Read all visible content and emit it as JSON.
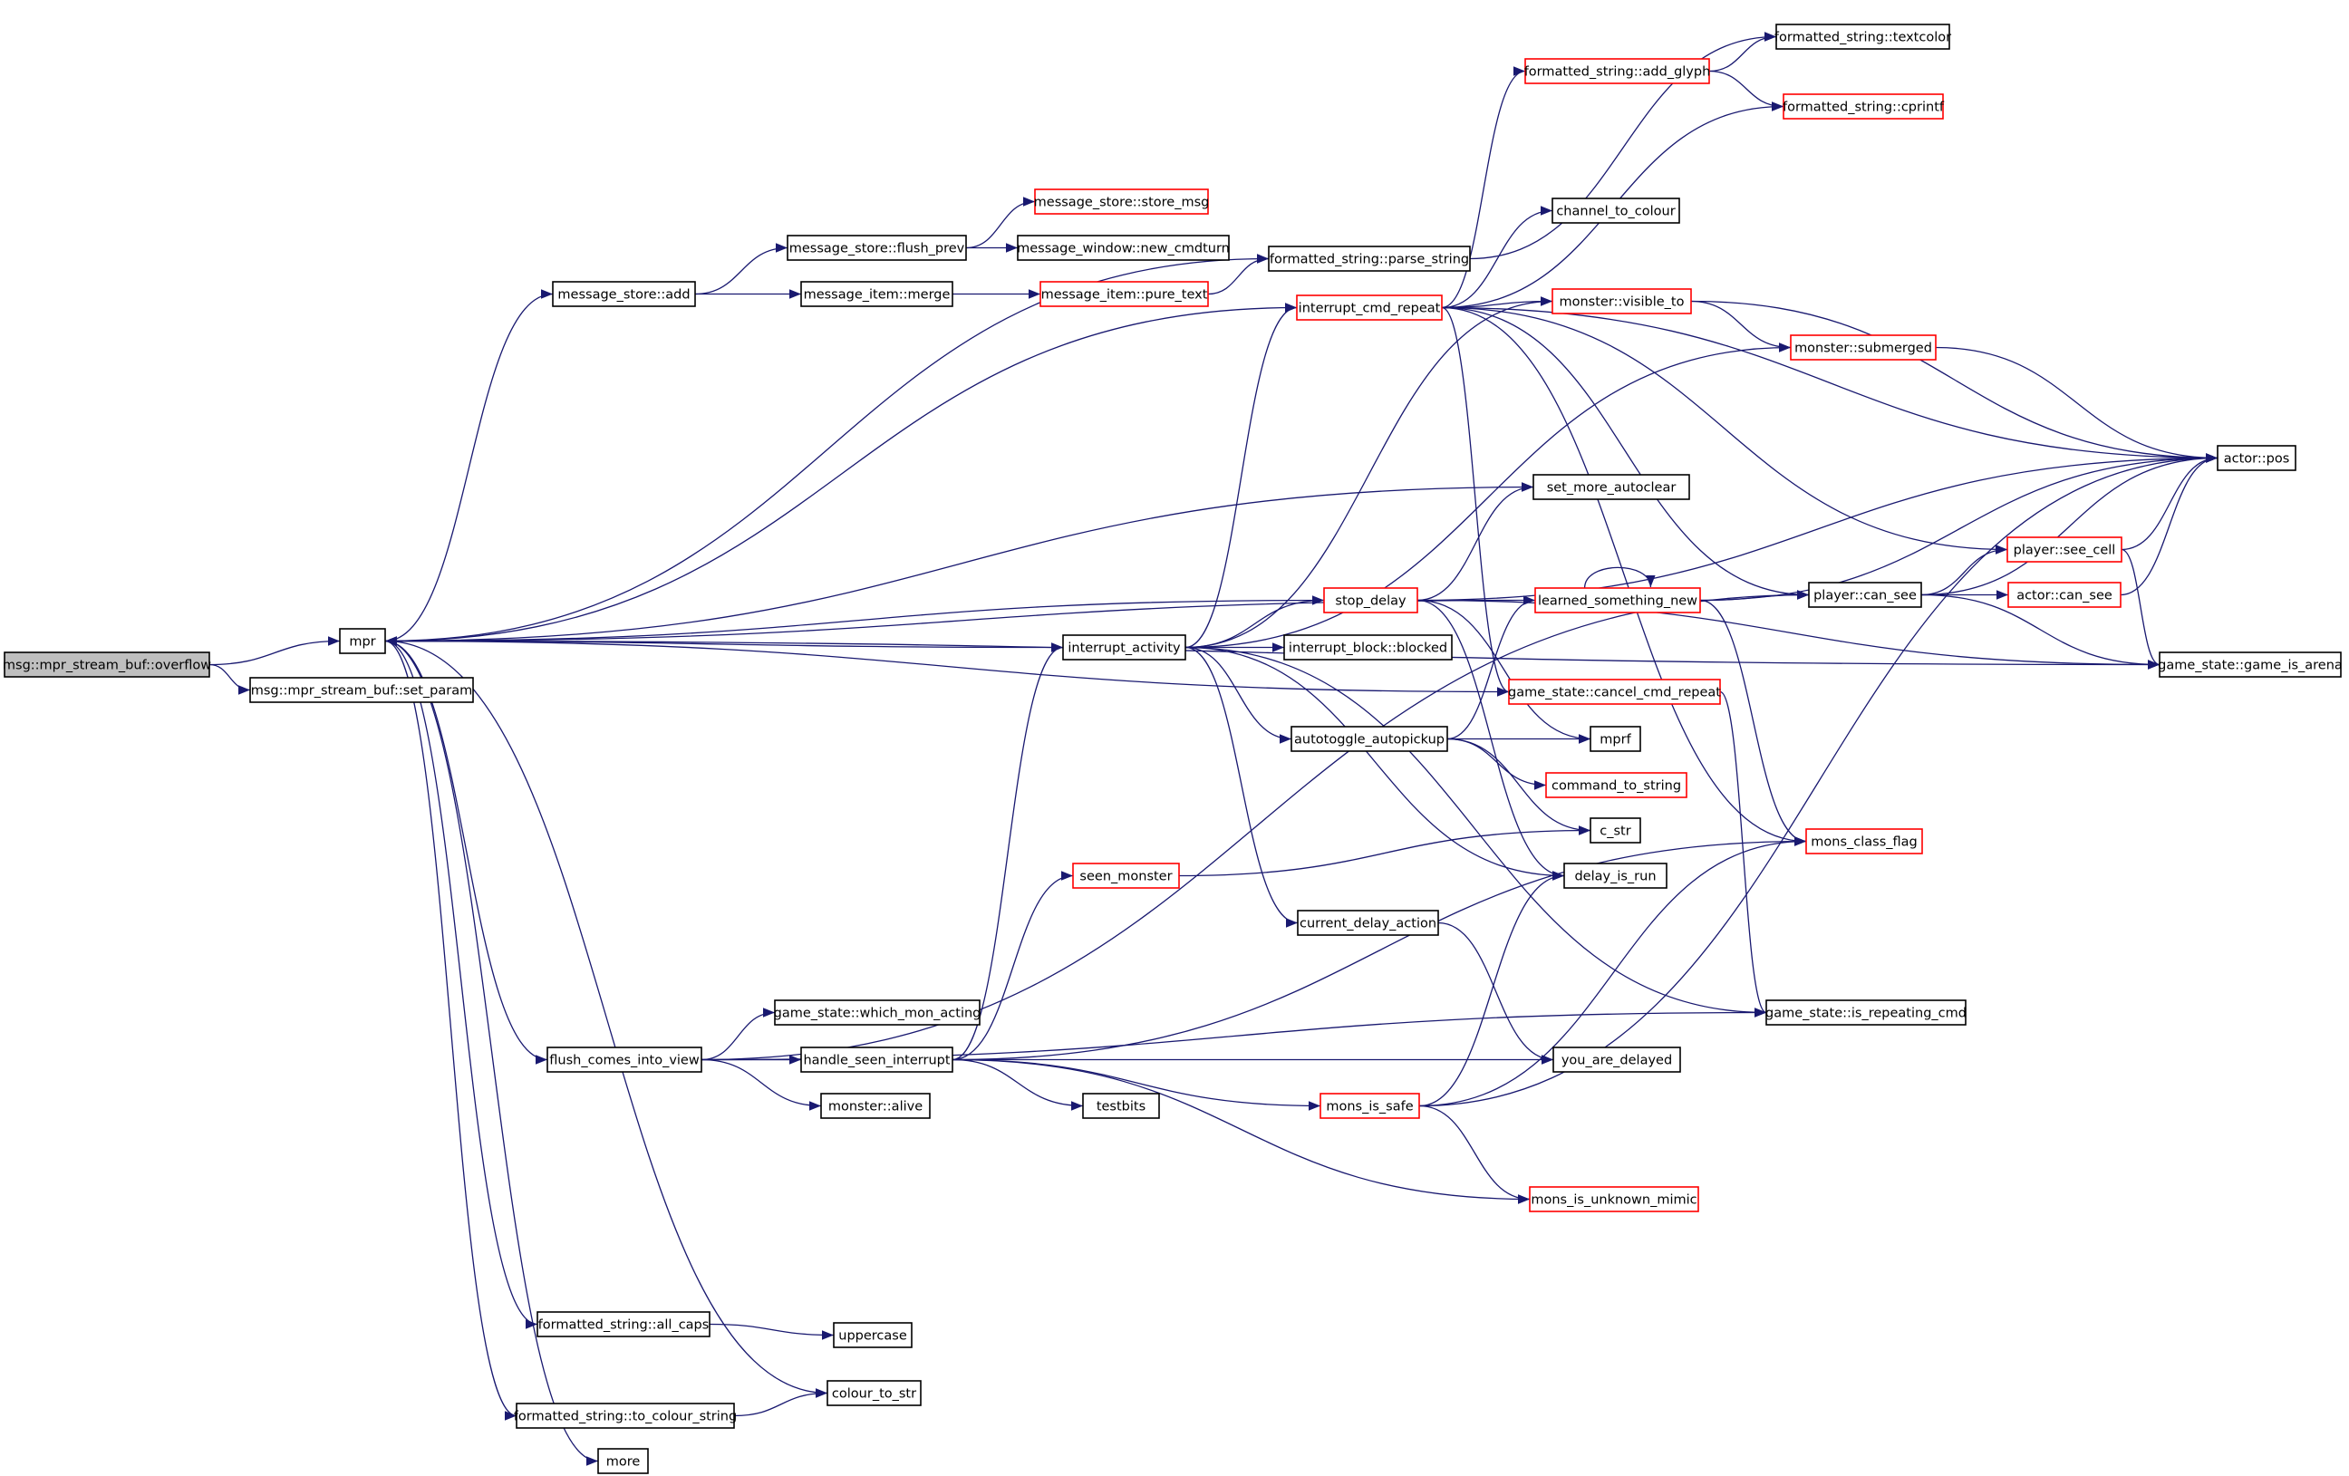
{
  "colors": {
    "edge": "#191970",
    "documented_border": "#000000",
    "undocumented_border": "#ff0000",
    "root_fill": "#bfbfbf",
    "background": "#ffffff"
  },
  "nodes": [
    {
      "id": "overflow",
      "label": "msg::mpr_stream_buf::overflow",
      "style": "root"
    },
    {
      "id": "set_param",
      "label": "msg::mpr_stream_buf::set_param",
      "style": "black"
    },
    {
      "id": "mpr",
      "label": "mpr",
      "style": "black"
    },
    {
      "id": "ms_add",
      "label": "message_store::add",
      "style": "black"
    },
    {
      "id": "flush_prev",
      "label": "message_store::flush_prev",
      "style": "black"
    },
    {
      "id": "store_msg",
      "label": "message_store::store_msg",
      "style": "red"
    },
    {
      "id": "new_cmdturn",
      "label": "message_window::new_cmdturn",
      "style": "black"
    },
    {
      "id": "mi_merge",
      "label": "message_item::merge",
      "style": "black"
    },
    {
      "id": "pure_text",
      "label": "message_item::pure_text",
      "style": "red"
    },
    {
      "id": "parse_string",
      "label": "formatted_string::parse_string",
      "style": "black"
    },
    {
      "id": "textcolor",
      "label": "formatted_string::textcolor",
      "style": "black"
    },
    {
      "id": "add_glyph",
      "label": "formatted_string::add_glyph",
      "style": "red"
    },
    {
      "id": "cprintf",
      "label": "formatted_string::cprintf",
      "style": "red"
    },
    {
      "id": "channel_to_colour",
      "label": "channel_to_colour",
      "style": "black"
    },
    {
      "id": "interrupt_cmd_repeat",
      "label": "interrupt_cmd_repeat",
      "style": "red"
    },
    {
      "id": "visible_to",
      "label": "monster::visible_to",
      "style": "red"
    },
    {
      "id": "submerged",
      "label": "monster::submerged",
      "style": "red"
    },
    {
      "id": "actor_pos",
      "label": "actor::pos",
      "style": "black"
    },
    {
      "id": "set_more_autoclear",
      "label": "set_more_autoclear",
      "style": "black"
    },
    {
      "id": "player_see_cell",
      "label": "player::see_cell",
      "style": "red"
    },
    {
      "id": "stop_delay",
      "label": "stop_delay",
      "style": "red"
    },
    {
      "id": "learned_something_new",
      "label": "learned_something_new",
      "style": "red"
    },
    {
      "id": "player_can_see",
      "label": "player::can_see",
      "style": "black"
    },
    {
      "id": "actor_can_see",
      "label": "actor::can_see",
      "style": "red"
    },
    {
      "id": "interrupt_activity",
      "label": "interrupt_activity",
      "style": "black"
    },
    {
      "id": "interrupt_block_blocked",
      "label": "interrupt_block::blocked",
      "style": "black"
    },
    {
      "id": "game_is_arena",
      "label": "game_state::game_is_arena",
      "style": "black"
    },
    {
      "id": "cancel_cmd_repeat",
      "label": "game_state::cancel_cmd_repeat",
      "style": "red"
    },
    {
      "id": "autotoggle_autopickup",
      "label": "autotoggle_autopickup",
      "style": "black"
    },
    {
      "id": "mprf",
      "label": "mprf",
      "style": "black"
    },
    {
      "id": "command_to_string",
      "label": "command_to_string",
      "style": "red"
    },
    {
      "id": "c_str",
      "label": "c_str",
      "style": "black"
    },
    {
      "id": "seen_monster",
      "label": "seen_monster",
      "style": "red"
    },
    {
      "id": "mons_class_flag",
      "label": "mons_class_flag",
      "style": "red"
    },
    {
      "id": "delay_is_run",
      "label": "delay_is_run",
      "style": "black"
    },
    {
      "id": "current_delay_action",
      "label": "current_delay_action",
      "style": "black"
    },
    {
      "id": "which_mon_acting",
      "label": "game_state::which_mon_acting",
      "style": "black"
    },
    {
      "id": "is_repeating_cmd",
      "label": "game_state::is_repeating_cmd",
      "style": "black"
    },
    {
      "id": "flush_comes_into_view",
      "label": "flush_comes_into_view",
      "style": "black"
    },
    {
      "id": "handle_seen_interrupt",
      "label": "handle_seen_interrupt",
      "style": "black"
    },
    {
      "id": "you_are_delayed",
      "label": "you_are_delayed",
      "style": "black"
    },
    {
      "id": "monster_alive",
      "label": "monster::alive",
      "style": "black"
    },
    {
      "id": "testbits",
      "label": "testbits",
      "style": "black"
    },
    {
      "id": "mons_is_safe",
      "label": "mons_is_safe",
      "style": "red"
    },
    {
      "id": "mons_is_unknown_mimic",
      "label": "mons_is_unknown_mimic",
      "style": "red"
    },
    {
      "id": "all_caps",
      "label": "formatted_string::all_caps",
      "style": "black"
    },
    {
      "id": "uppercase",
      "label": "uppercase",
      "style": "black"
    },
    {
      "id": "colour_to_str",
      "label": "colour_to_str",
      "style": "black"
    },
    {
      "id": "to_colour_string",
      "label": "formatted_string::to_colour_string",
      "style": "black"
    },
    {
      "id": "more",
      "label": "more",
      "style": "black"
    }
  ],
  "edges": [
    [
      "overflow",
      "mpr"
    ],
    [
      "overflow",
      "set_param"
    ],
    [
      "mpr",
      "ms_add"
    ],
    [
      "ms_add",
      "flush_prev"
    ],
    [
      "ms_add",
      "mi_merge"
    ],
    [
      "flush_prev",
      "store_msg"
    ],
    [
      "flush_prev",
      "new_cmdturn"
    ],
    [
      "mi_merge",
      "pure_text"
    ],
    [
      "pure_text",
      "parse_string"
    ],
    [
      "mpr",
      "parse_string"
    ],
    [
      "parse_string",
      "textcolor"
    ],
    [
      "add_glyph",
      "textcolor"
    ],
    [
      "add_glyph",
      "cprintf"
    ],
    [
      "mpr",
      "interrupt_cmd_repeat"
    ],
    [
      "interrupt_cmd_repeat",
      "add_glyph"
    ],
    [
      "interrupt_cmd_repeat",
      "cprintf"
    ],
    [
      "interrupt_cmd_repeat",
      "channel_to_colour"
    ],
    [
      "interrupt_cmd_repeat",
      "actor_pos"
    ],
    [
      "interrupt_cmd_repeat",
      "player_see_cell"
    ],
    [
      "interrupt_cmd_repeat",
      "visible_to"
    ],
    [
      "interrupt_cmd_repeat",
      "player_can_see"
    ],
    [
      "interrupt_cmd_repeat",
      "mons_class_flag"
    ],
    [
      "interrupt_cmd_repeat",
      "cancel_cmd_repeat"
    ],
    [
      "visible_to",
      "actor_pos"
    ],
    [
      "visible_to",
      "submerged"
    ],
    [
      "submerged",
      "actor_pos"
    ],
    [
      "mpr",
      "set_more_autoclear"
    ],
    [
      "mpr",
      "interrupt_activity"
    ],
    [
      "interrupt_activity",
      "interrupt_cmd_repeat"
    ],
    [
      "interrupt_activity",
      "visible_to"
    ],
    [
      "interrupt_activity",
      "submerged"
    ],
    [
      "interrupt_activity",
      "stop_delay"
    ],
    [
      "interrupt_activity",
      "interrupt_block_blocked"
    ],
    [
      "interrupt_activity",
      "autotoggle_autopickup"
    ],
    [
      "interrupt_activity",
      "delay_is_run"
    ],
    [
      "interrupt_activity",
      "current_delay_action"
    ],
    [
      "interrupt_activity",
      "is_repeating_cmd"
    ],
    [
      "stop_delay",
      "set_more_autoclear"
    ],
    [
      "stop_delay",
      "actor_pos"
    ],
    [
      "stop_delay",
      "game_is_arena"
    ],
    [
      "stop_delay",
      "mprf"
    ],
    [
      "stop_delay",
      "delay_is_run"
    ],
    [
      "stop_delay",
      "mpr"
    ],
    [
      "learned_something_new",
      "learned_something_new"
    ],
    [
      "learned_something_new",
      "player_can_see"
    ],
    [
      "learned_something_new",
      "actor_pos"
    ],
    [
      "learned_something_new",
      "mons_class_flag"
    ],
    [
      "learned_something_new",
      "mpr"
    ],
    [
      "player_can_see",
      "actor_pos"
    ],
    [
      "player_can_see",
      "player_see_cell"
    ],
    [
      "player_can_see",
      "actor_can_see"
    ],
    [
      "player_can_see",
      "game_is_arena"
    ],
    [
      "player_see_cell",
      "actor_pos"
    ],
    [
      "player_see_cell",
      "game_is_arena"
    ],
    [
      "actor_can_see",
      "actor_pos"
    ],
    [
      "cancel_cmd_repeat",
      "mpr"
    ],
    [
      "cancel_cmd_repeat",
      "is_repeating_cmd"
    ],
    [
      "autotoggle_autopickup",
      "learned_something_new"
    ],
    [
      "autotoggle_autopickup",
      "mprf"
    ],
    [
      "autotoggle_autopickup",
      "command_to_string"
    ],
    [
      "autotoggle_autopickup",
      "c_str"
    ],
    [
      "seen_monster",
      "c_str"
    ],
    [
      "current_delay_action",
      "you_are_delayed"
    ],
    [
      "mpr",
      "flush_comes_into_view"
    ],
    [
      "flush_comes_into_view",
      "which_mon_acting"
    ],
    [
      "flush_comes_into_view",
      "handle_seen_interrupt"
    ],
    [
      "flush_comes_into_view",
      "monster_alive"
    ],
    [
      "flush_comes_into_view",
      "player_can_see"
    ],
    [
      "flush_comes_into_view",
      "you_are_delayed"
    ],
    [
      "flush_comes_into_view",
      "is_repeating_cmd"
    ],
    [
      "handle_seen_interrupt",
      "interrupt_activity"
    ],
    [
      "handle_seen_interrupt",
      "seen_monster"
    ],
    [
      "handle_seen_interrupt",
      "mons_class_flag"
    ],
    [
      "handle_seen_interrupt",
      "testbits"
    ],
    [
      "handle_seen_interrupt",
      "mons_is_safe"
    ],
    [
      "handle_seen_interrupt",
      "mons_is_unknown_mimic"
    ],
    [
      "mons_is_safe",
      "delay_is_run"
    ],
    [
      "mons_is_safe",
      "mons_class_flag"
    ],
    [
      "mons_is_safe",
      "actor_pos"
    ],
    [
      "mons_is_safe",
      "mons_is_unknown_mimic"
    ],
    [
      "mpr",
      "game_is_arena"
    ],
    [
      "mpr",
      "all_caps"
    ],
    [
      "all_caps",
      "uppercase"
    ],
    [
      "mpr",
      "colour_to_str"
    ],
    [
      "mpr",
      "to_colour_string"
    ],
    [
      "to_colour_string",
      "colour_to_str"
    ],
    [
      "mpr",
      "more"
    ]
  ]
}
